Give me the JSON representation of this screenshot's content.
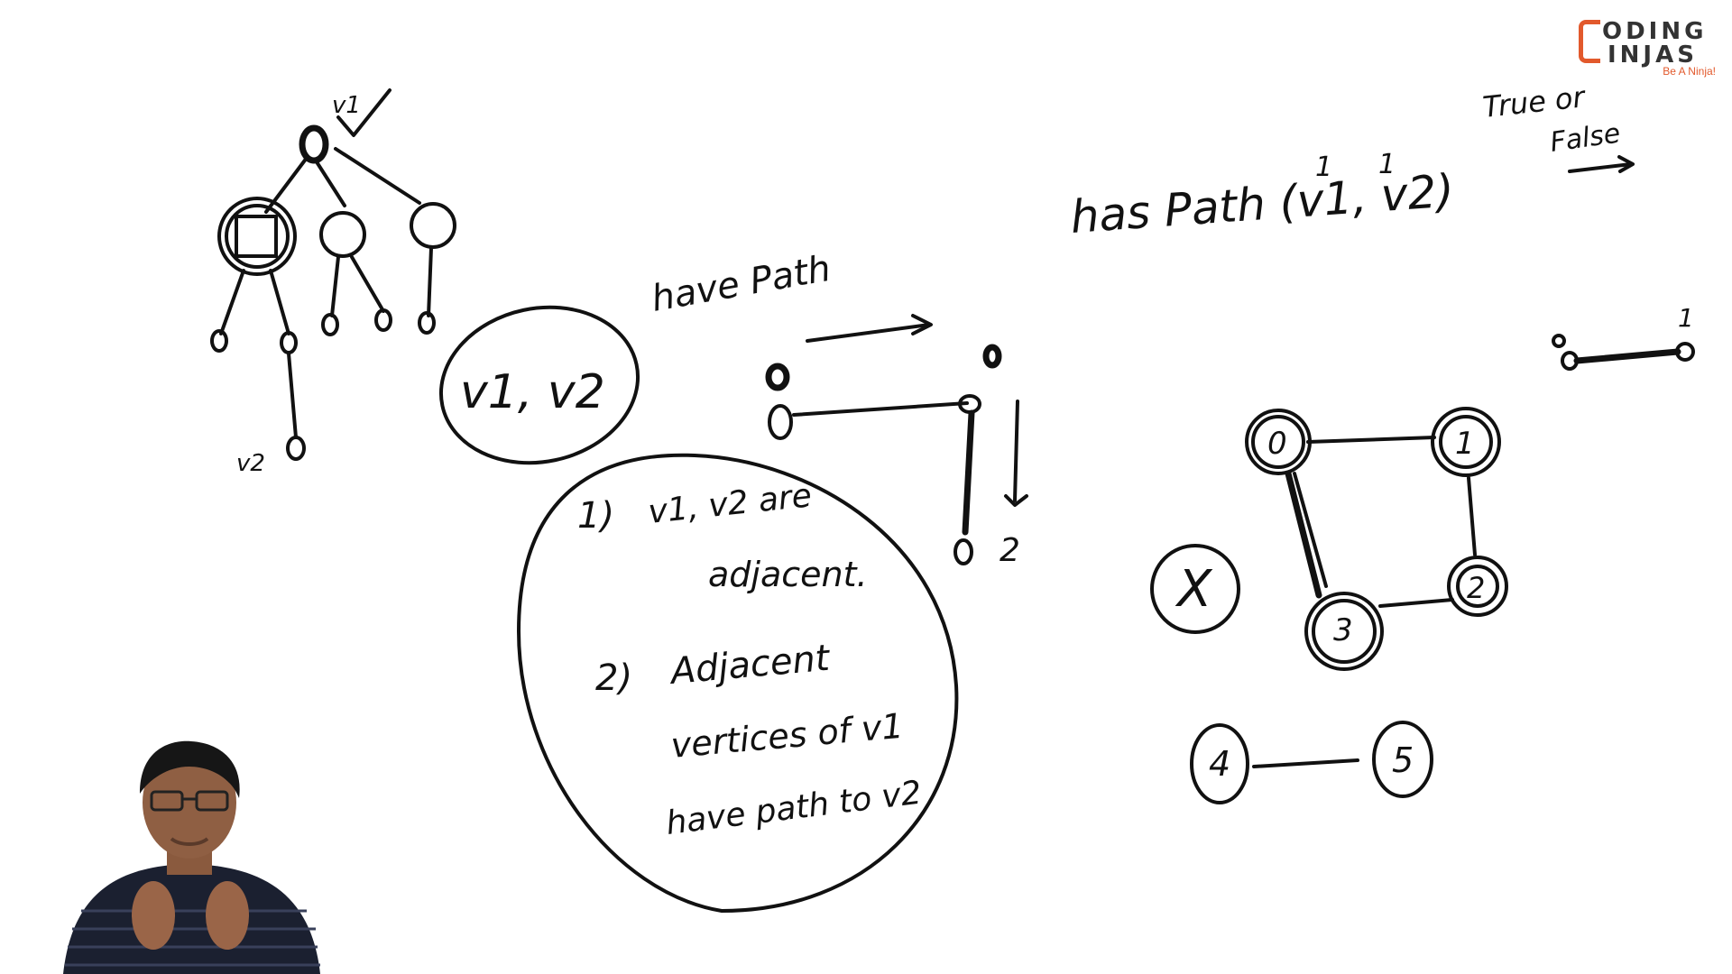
{
  "logo": {
    "line1": "ODING",
    "line2": "INJAS",
    "tagline": "Be A Ninja!"
  },
  "board": {
    "tree": {
      "label_v1": "v1",
      "label_v2": "v2"
    },
    "call": {
      "args": "v1, v2",
      "caption": "have Path"
    },
    "steps": {
      "step1_num": "1)",
      "step1_line1": "v1, v2 are",
      "step1_line2": "adjacent.",
      "step2_num": "2)",
      "step2_line1": "Adjacent",
      "step2_line2": "vertices of v1",
      "step2_line3": "have path to v2"
    },
    "mini_graph": {
      "label_2": "2"
    },
    "signature": {
      "text": "has Path (v1, v2)",
      "mark_1": "1",
      "mark_2": "1"
    },
    "return_note": {
      "line1": "True or",
      "line2": "False"
    },
    "edge_label": "1",
    "graph": {
      "node_0": "0",
      "node_1": "1",
      "node_2": "2",
      "node_3": "3",
      "node_4": "4",
      "node_5": "5",
      "crossed": "X"
    }
  }
}
